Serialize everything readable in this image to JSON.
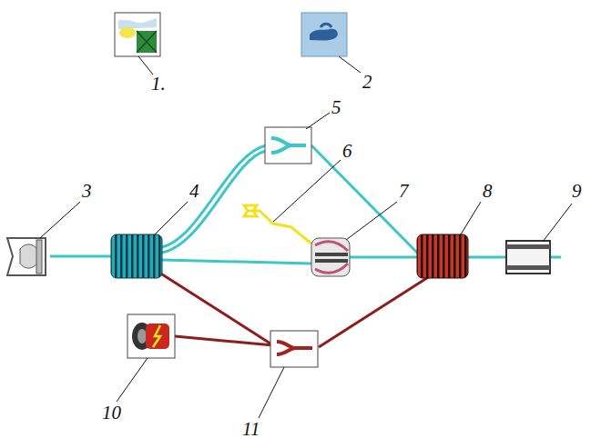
{
  "diagram": {
    "labels": [
      "1.",
      "2",
      "3",
      "4",
      "5",
      "6",
      "7",
      "8",
      "9",
      "10",
      "11"
    ]
  }
}
